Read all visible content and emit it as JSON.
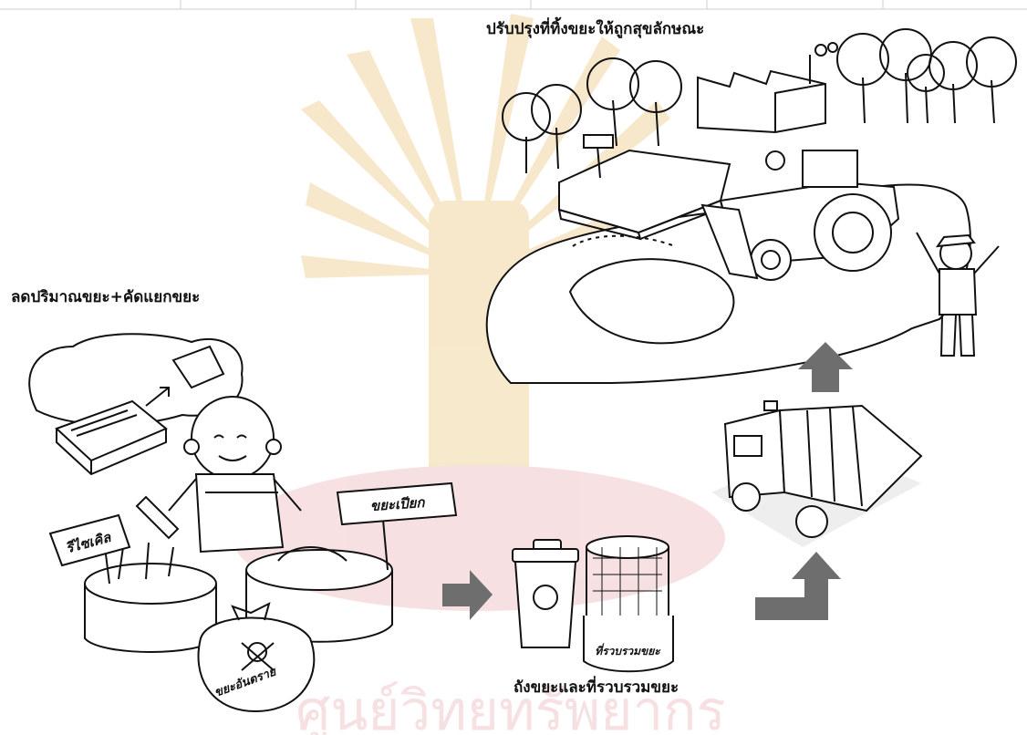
{
  "captions": {
    "landfill": "ปรับปรุงที่ทิ้งขยะให้ถูกสุขลักษณะ",
    "reduce_sort": "ลดปริมาณขยะ+คัดแยกขยะ",
    "bins_collection": "ถังขยะและที่รวบรวมขยะ"
  },
  "signs": {
    "recycle": "รีไซเคิล",
    "wet_waste": "ขยะเปียก",
    "hazardous": "ขยะอันตราย",
    "collection_point": "ที่รวบรวมขยะ"
  },
  "colors": {
    "line": "#111111",
    "arrow": "#6e6e6e",
    "watermark_gold": "#f1d7a2",
    "watermark_pink": "#f0c8cc"
  },
  "icons": [
    "trees",
    "factory",
    "tractor",
    "landfill-block",
    "farmer",
    "garbage-truck",
    "trash-bin",
    "mesh-collection-bin",
    "recycle-bin",
    "wet-waste-bin",
    "hazard-bag",
    "newspaper",
    "boy"
  ]
}
